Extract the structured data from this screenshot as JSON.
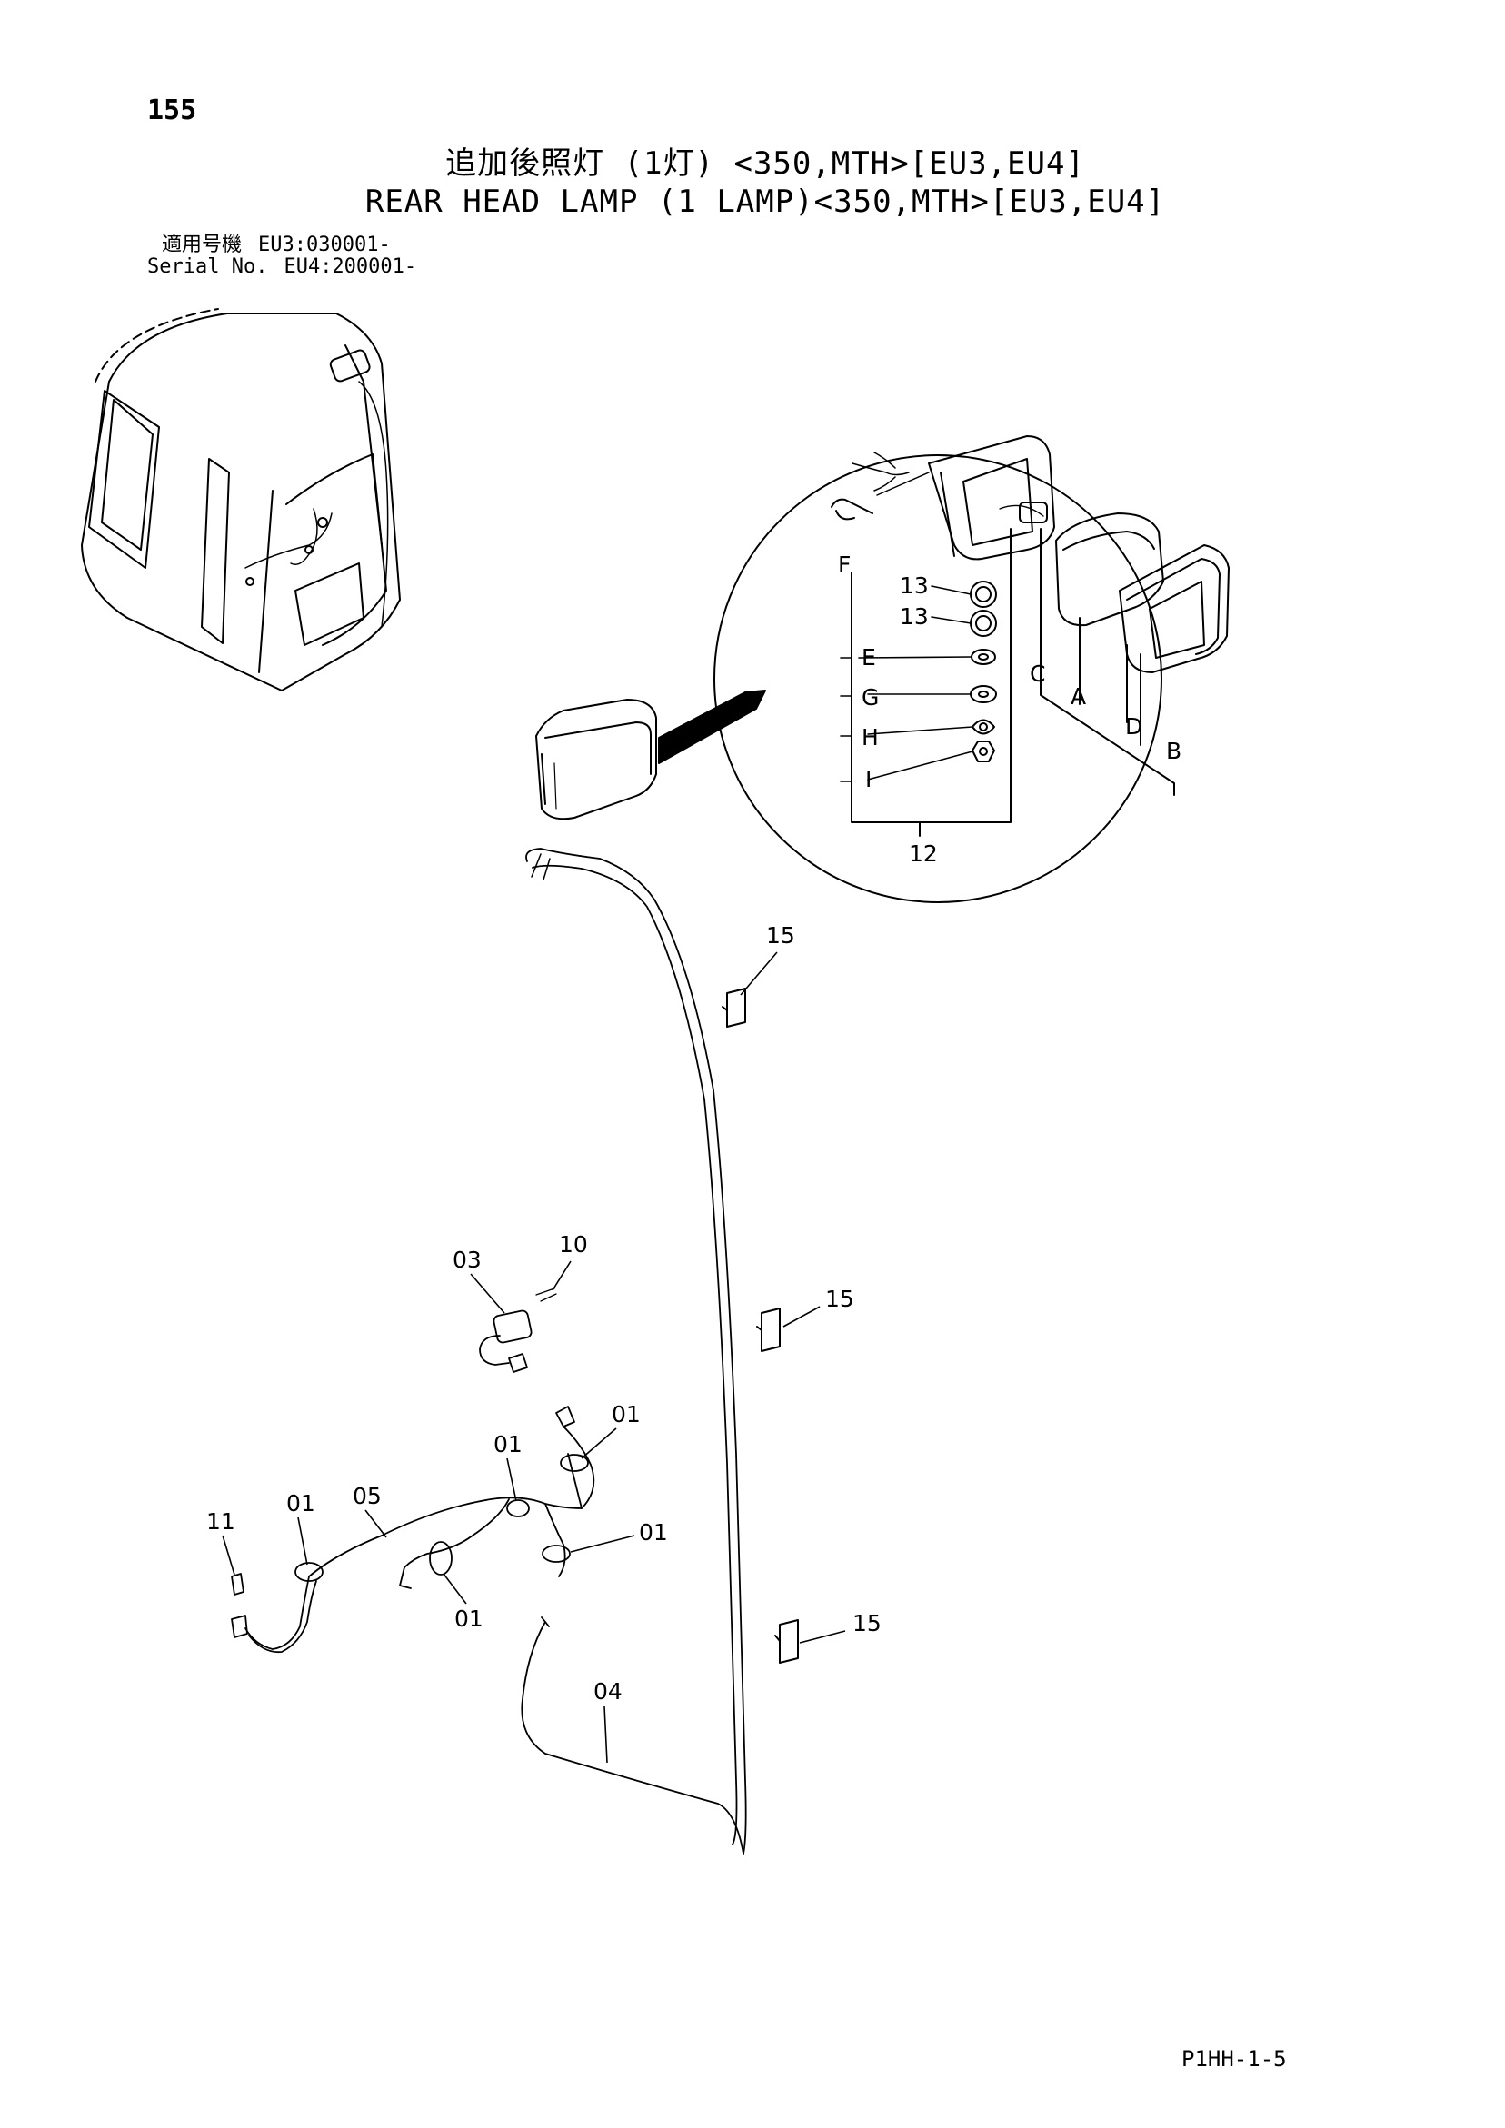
{
  "page_number": "155",
  "title_jp": "追加後照灯 (1灯) <350,MTH>[EU3,EU4]",
  "title_en": "REAR HEAD LAMP (1 LAMP)<350,MTH>[EU3,EU4]",
  "applicable_label_jp": "適用号機",
  "serial_label": "Serial No.",
  "serials": [
    "EU3:030001-",
    "EU4:200001-"
  ],
  "callouts": {
    "c13a": "13",
    "c13b": "13",
    "cF": "F",
    "cE": "E",
    "cG": "G",
    "cH": "H",
    "cI": "I",
    "cC": "C",
    "cA": "A",
    "cD": "D",
    "cB": "B",
    "c12": "12",
    "c15a": "15",
    "c15b": "15",
    "c15c": "15",
    "c03": "03",
    "c10": "10",
    "c01a": "01",
    "c01b": "01",
    "c01c": "01",
    "c01d": "01",
    "c01e": "01",
    "c05": "05",
    "c11": "11",
    "c04": "04"
  },
  "footer_code": "P1HH-1-5"
}
